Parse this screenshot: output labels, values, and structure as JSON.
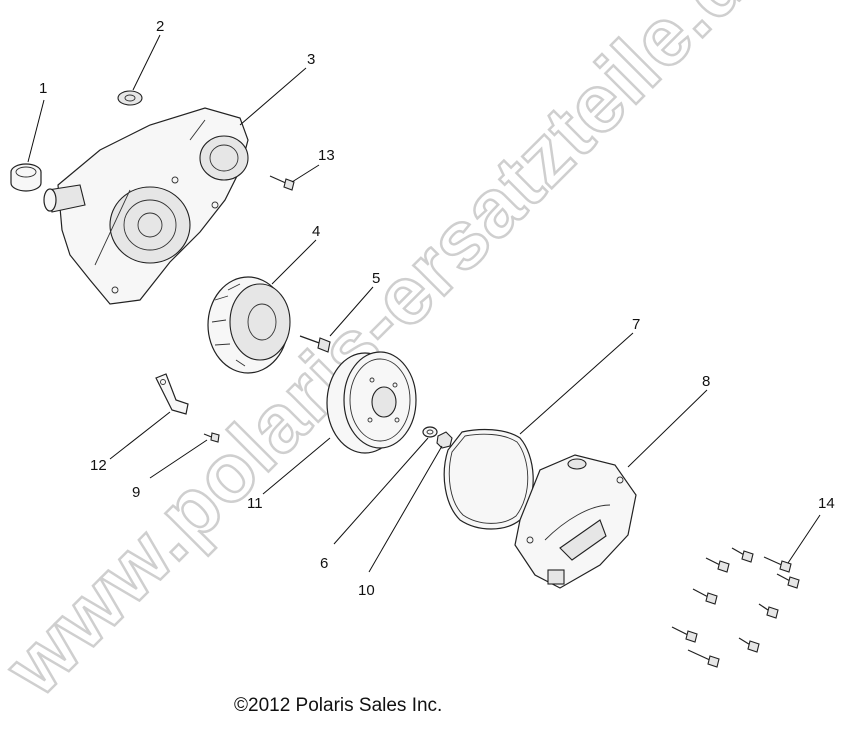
{
  "watermark": "www.polaris-ersatzteile.de",
  "copyright": "©2012 Polaris Sales Inc.",
  "callouts": {
    "c1": "1",
    "c2": "2",
    "c3": "3",
    "c4": "4",
    "c5": "5",
    "c6": "6",
    "c7": "7",
    "c8": "8",
    "c9": "9",
    "c10": "10",
    "c11": "11",
    "c12": "12",
    "c13": "13",
    "c14": "14"
  }
}
